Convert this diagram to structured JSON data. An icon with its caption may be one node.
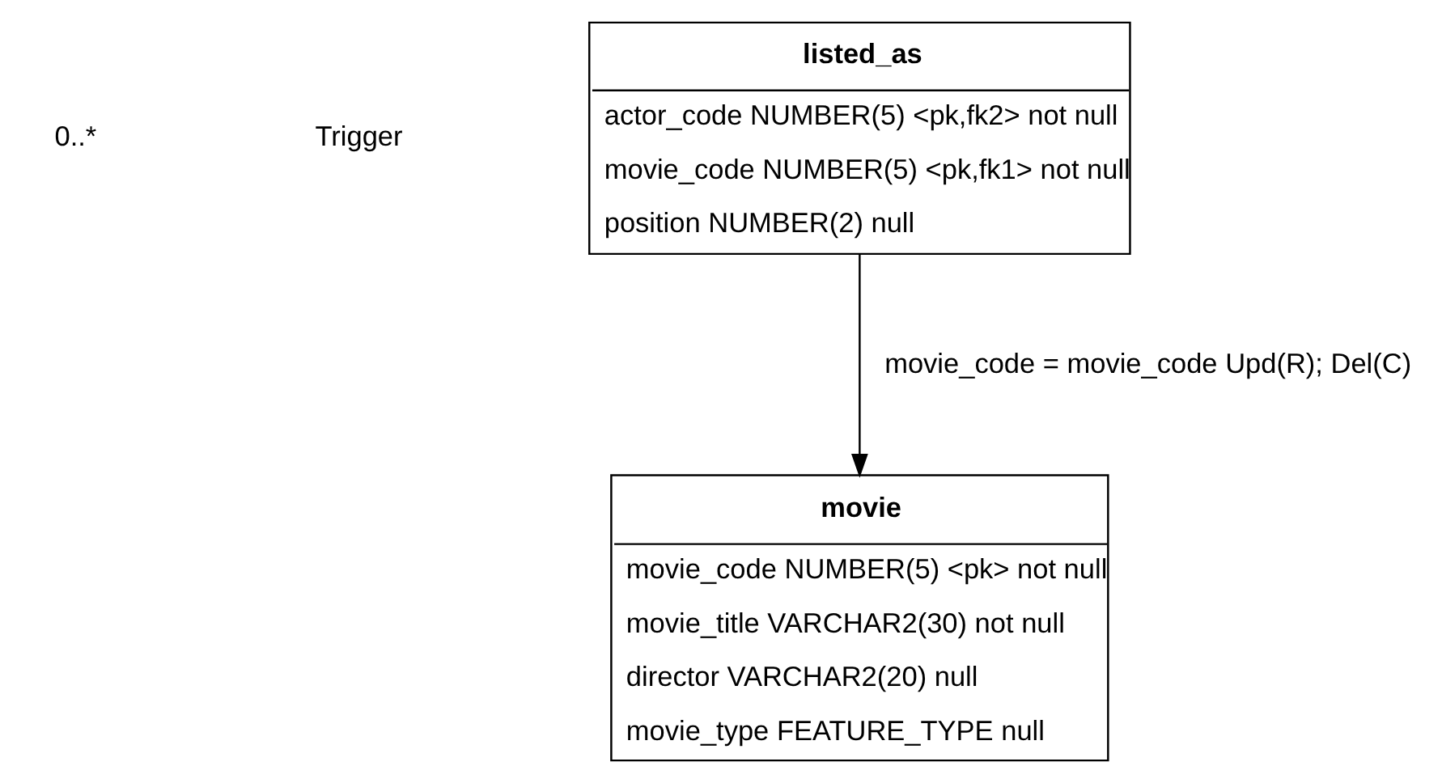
{
  "diagram": {
    "nodes": [
      {
        "text": [
          "listed_as",
          "actor_code NUMBER(5) <pk,fk2> not null",
          "movie_code NUMBER(5) <pk,fk1> not null",
          "position NUMBER(2) null"
        ]
      },
      {
        "text": [
          "movie",
          "movie_code NUMBER(5) <pk> not null",
          "movie_title VARCHAR2(30) not null",
          "director VARCHAR2(20) null",
          "movie_type FEATURE_TYPE null"
        ]
      }
    ],
    "edges": [
      {
        "from": 0,
        "to": 1,
        "arrow": "to",
        "label": "movie_code = movie_code Upd(R); Del(C)"
      }
    ],
    "labels": [
      "0..*",
      "Trigger"
    ]
  }
}
